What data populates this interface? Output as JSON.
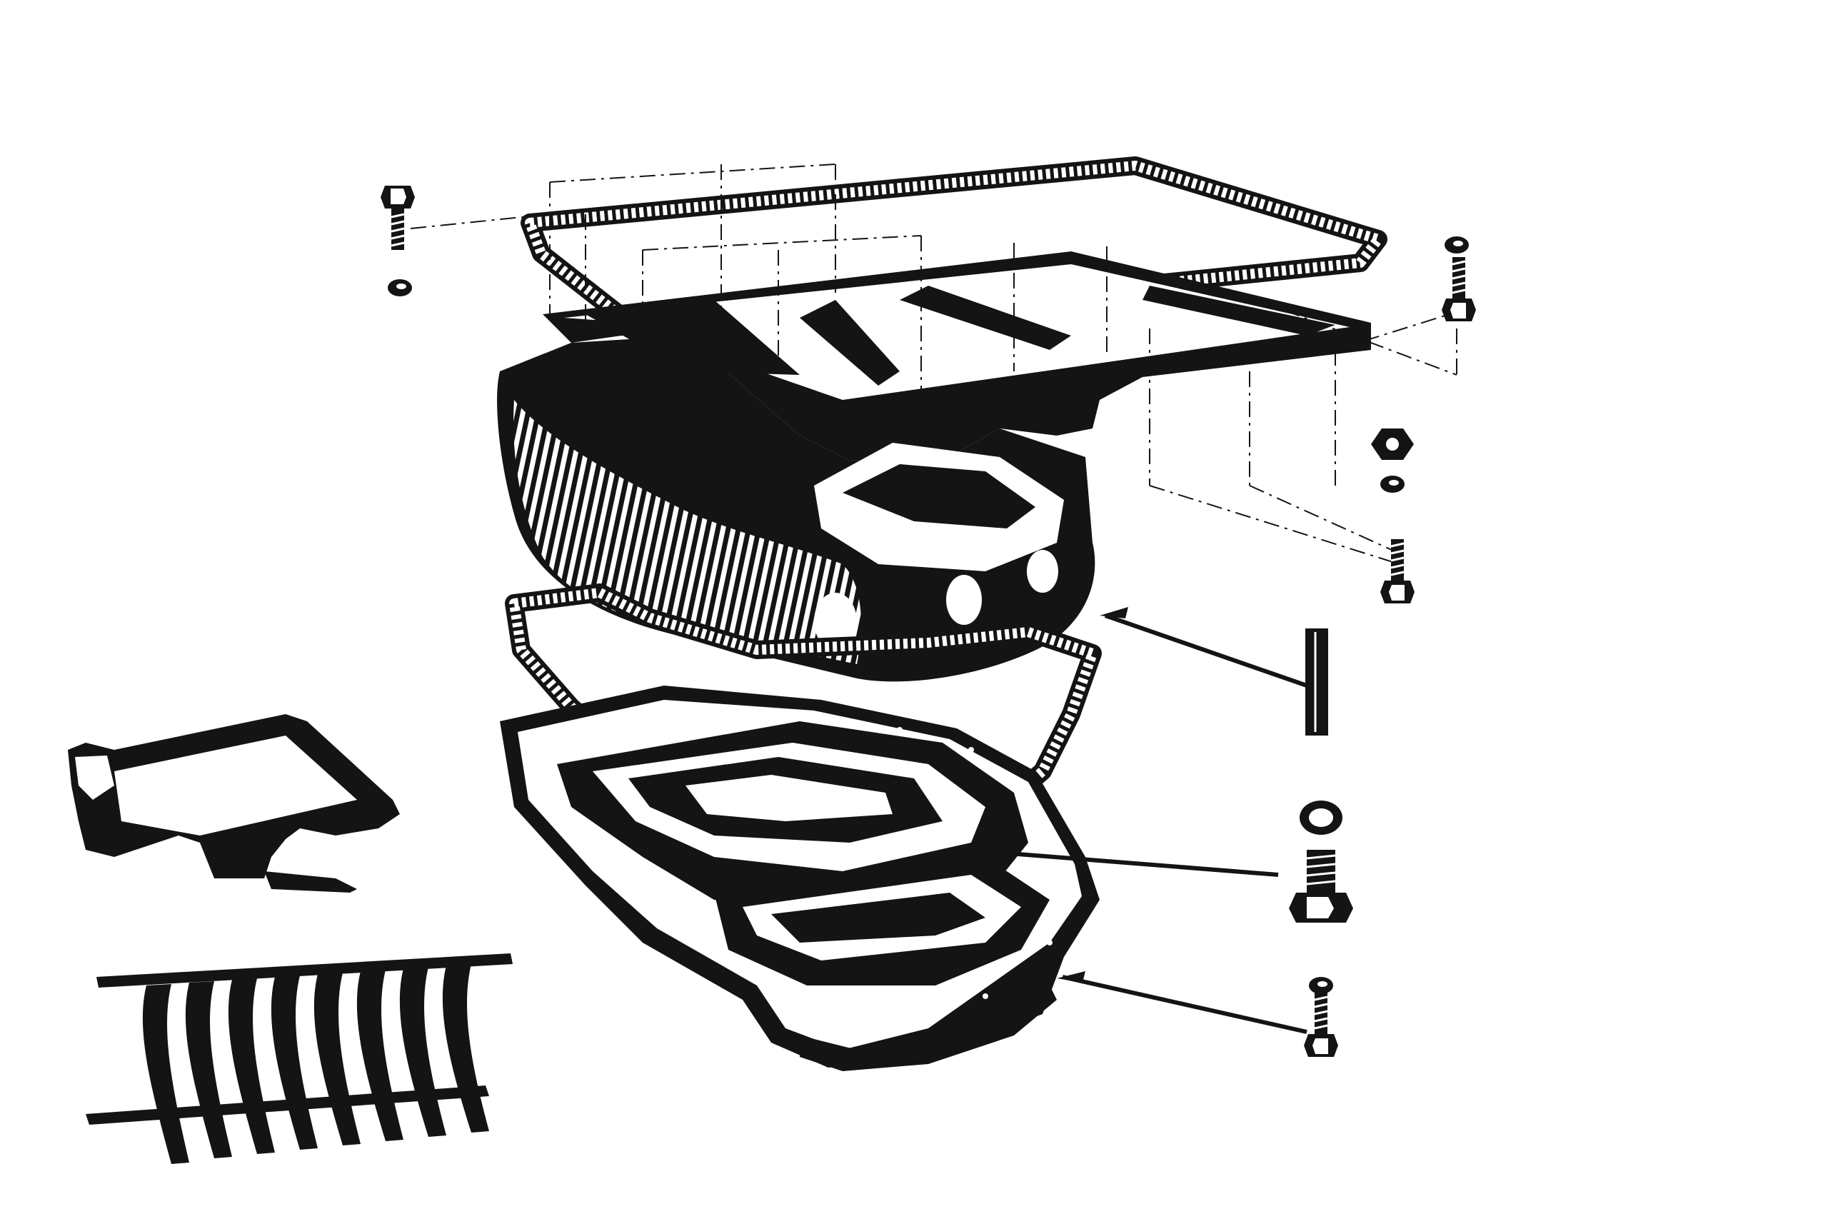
{
  "diagram": {
    "background_color": "#ffffff",
    "ink_color": "#141414",
    "parts": [
      "upper-oil-pan",
      "upper-pan-gasket",
      "lower-pan-gasket",
      "lower-oil-pan",
      "hex-bolt",
      "spring-washer",
      "hex-nut",
      "spacer-sleeve",
      "sealing-ring",
      "drain-plug",
      "oil-strainer-housing",
      "sump-guard-plate"
    ]
  }
}
